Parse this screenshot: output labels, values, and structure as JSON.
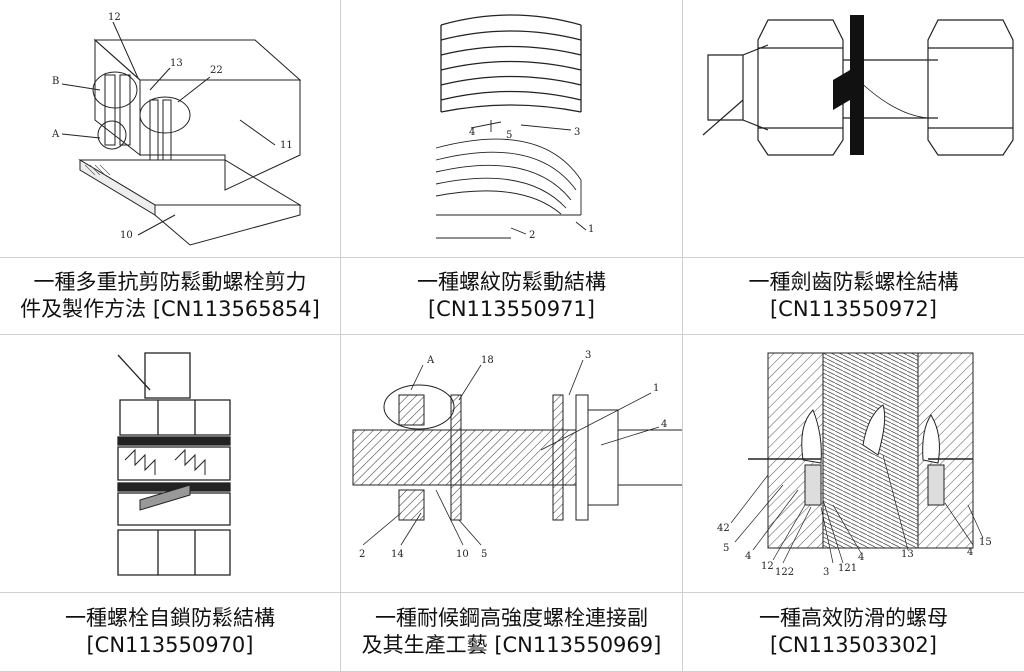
{
  "patents": [
    {
      "line1": "一種多重抗剪防鬆動螺栓剪力",
      "line2": "件及製作方法 [CN113565854]",
      "labels": [
        "12",
        "13",
        "22",
        "B",
        "A",
        "11",
        "10"
      ]
    },
    {
      "line1": "一種螺紋防鬆動結構",
      "line2": "[CN113550971]",
      "labels": [
        "4",
        "5",
        "3",
        "2",
        "1"
      ]
    },
    {
      "line1": "一種劍齒防鬆螺栓結構",
      "line2": "[CN113550972]",
      "labels": []
    },
    {
      "line1": "一種螺栓自鎖防鬆結構",
      "line2": "[CN113550970]",
      "labels": []
    },
    {
      "line1": "一種耐候鋼高強度螺栓連接副",
      "line2": "及其生產工藝 [CN113550969]",
      "labels": [
        "A",
        "18",
        "3",
        "1",
        "4",
        "2",
        "14",
        "10",
        "5"
      ]
    },
    {
      "line1": "一種高效防滑的螺母",
      "line2": "[CN113503302]",
      "labels": [
        "42",
        "5",
        "4",
        "12",
        "122",
        "3",
        "121",
        "4",
        "13",
        "4",
        "15"
      ]
    }
  ]
}
